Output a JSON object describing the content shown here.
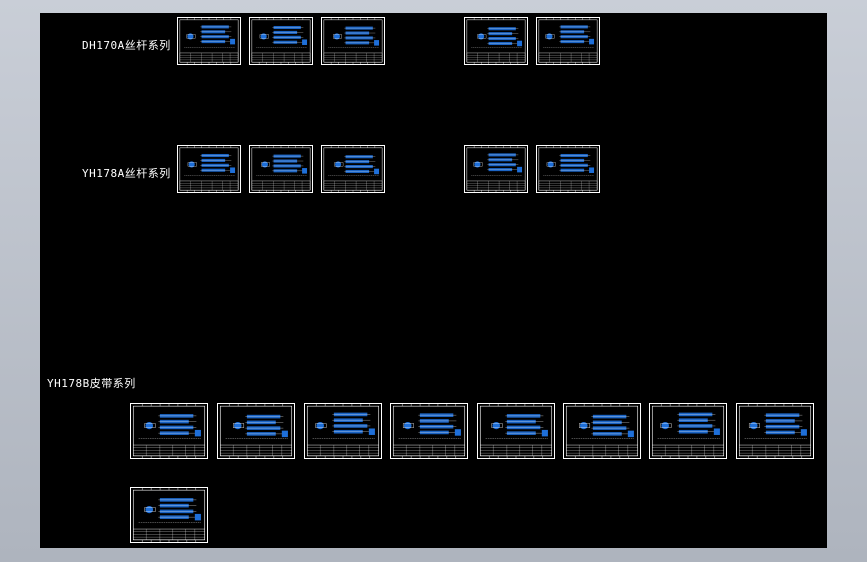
{
  "canvas": {
    "background": "#000000",
    "frame_color": "#ffffff",
    "drawing_color": "#1e6fd9"
  },
  "series": [
    {
      "label": "DH170A丝杆系列",
      "sheet_count": 5
    },
    {
      "label": "YH178A丝杆系列",
      "sheet_count": 5
    },
    {
      "label": "YH178B皮带系列",
      "sheet_count": 9
    }
  ]
}
